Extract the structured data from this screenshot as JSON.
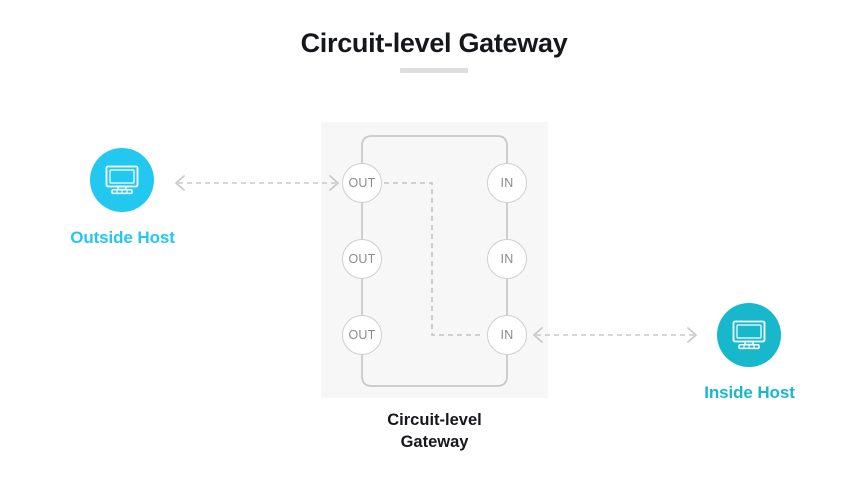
{
  "page": {
    "title": "Circuit-level Gateway",
    "background": "#ffffff"
  },
  "colors": {
    "title_text": "#16171a",
    "title_rule": "#dedede",
    "outside_host": "#22c8f0",
    "inside_host": "#17b8cc",
    "panel_bg": "#f7f7f7",
    "node_border": "#cfcfcf",
    "node_text": "#8b8b8b",
    "line": "#c9c9c9",
    "dashed": "#c4c4c4",
    "arrow": "#c9c9c9"
  },
  "diagram": {
    "panel_caption_line1": "Circuit-level",
    "panel_caption_line2": "Gateway",
    "out_nodes": [
      {
        "label": "OUT"
      },
      {
        "label": "OUT"
      },
      {
        "label": "OUT"
      }
    ],
    "in_nodes": [
      {
        "label": "IN"
      },
      {
        "label": "IN"
      },
      {
        "label": "IN"
      }
    ]
  },
  "hosts": {
    "outside": {
      "label": "Outside Host",
      "icon": "monitor-icon",
      "color": "#22c8f0"
    },
    "inside": {
      "label": "Inside Host",
      "icon": "monitor-icon",
      "color": "#17b8cc"
    }
  },
  "connections": {
    "left_arrow": "bidirectional-dashed-arrow",
    "right_arrow": "bidirectional-dashed-arrow",
    "circuit_path": "dashed-circuit-out1-to-in3"
  }
}
